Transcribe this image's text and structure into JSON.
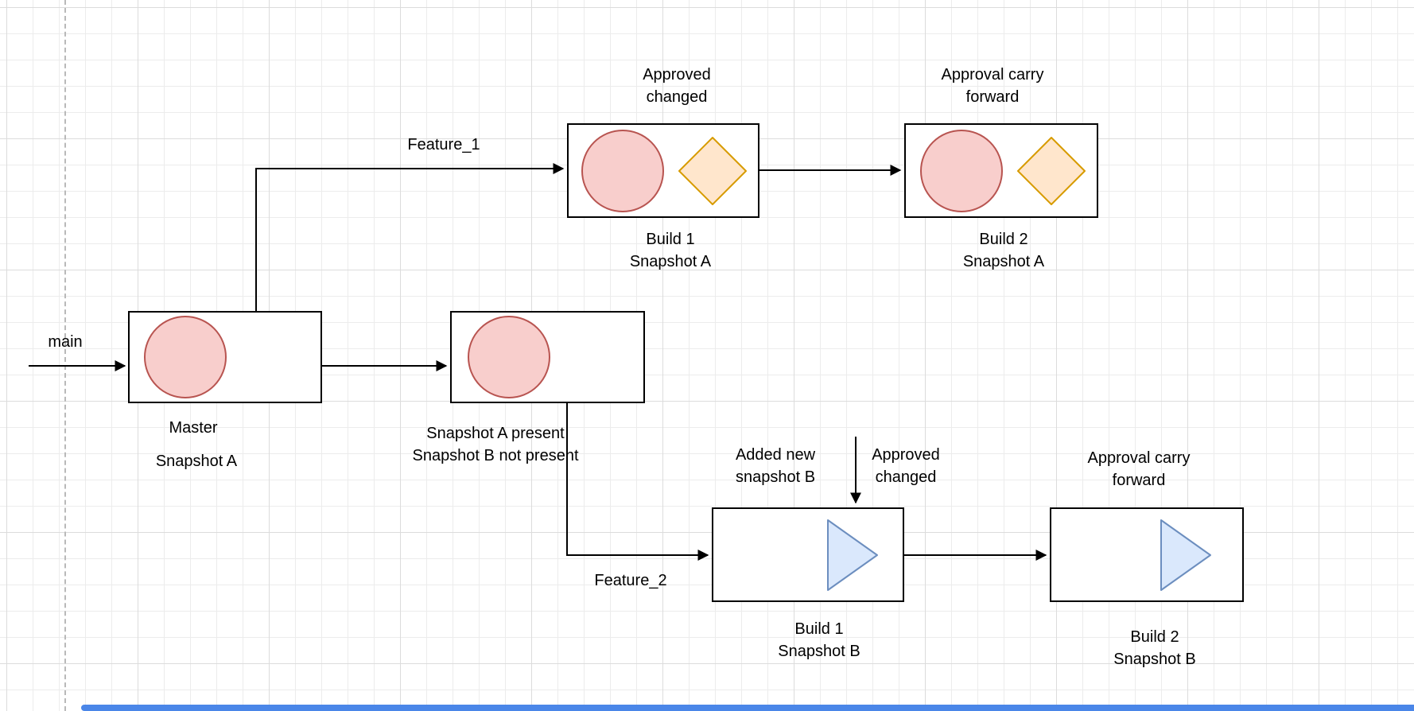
{
  "canvas": {
    "grid_minor_color": "#ececec",
    "grid_major_color": "#dcdcdc",
    "scrollbar_color": "#4a86e8"
  },
  "colors": {
    "circle_fill": "#f8cecc",
    "circle_stroke": "#b85450",
    "diamond_fill": "#ffe6cc",
    "diamond_stroke": "#d79b00",
    "triangle_fill": "#dae8fc",
    "triangle_stroke": "#6c8ebf",
    "box_stroke": "#000000",
    "edge_color": "#000000"
  },
  "labels": {
    "main": "main",
    "feature_1": "Feature_1",
    "feature_2": "Feature_2"
  },
  "annotations": {
    "approved_changed_a": "Approved\nchanged",
    "approval_carry_forward_a": "Approval carry\nforward",
    "added_new_snapshot_b": "Added new\nsnapshot B",
    "approved_changed_b": "Approved\nchanged",
    "approval_carry_forward_b": "Approval carry\nforward"
  },
  "nodes": {
    "master": {
      "title": "Master",
      "subtitle": "Snapshot A"
    },
    "snapshot_check": {
      "caption": "Snapshot A present\nSnapshot B not present"
    },
    "build1_a": {
      "caption": "Build 1\nSnapshot A"
    },
    "build2_a": {
      "caption": "Build 2\nSnapshot A"
    },
    "build1_b": {
      "caption": "Build 1\nSnapshot B"
    },
    "build2_b": {
      "caption": "Build 2\nSnapshot B"
    }
  }
}
